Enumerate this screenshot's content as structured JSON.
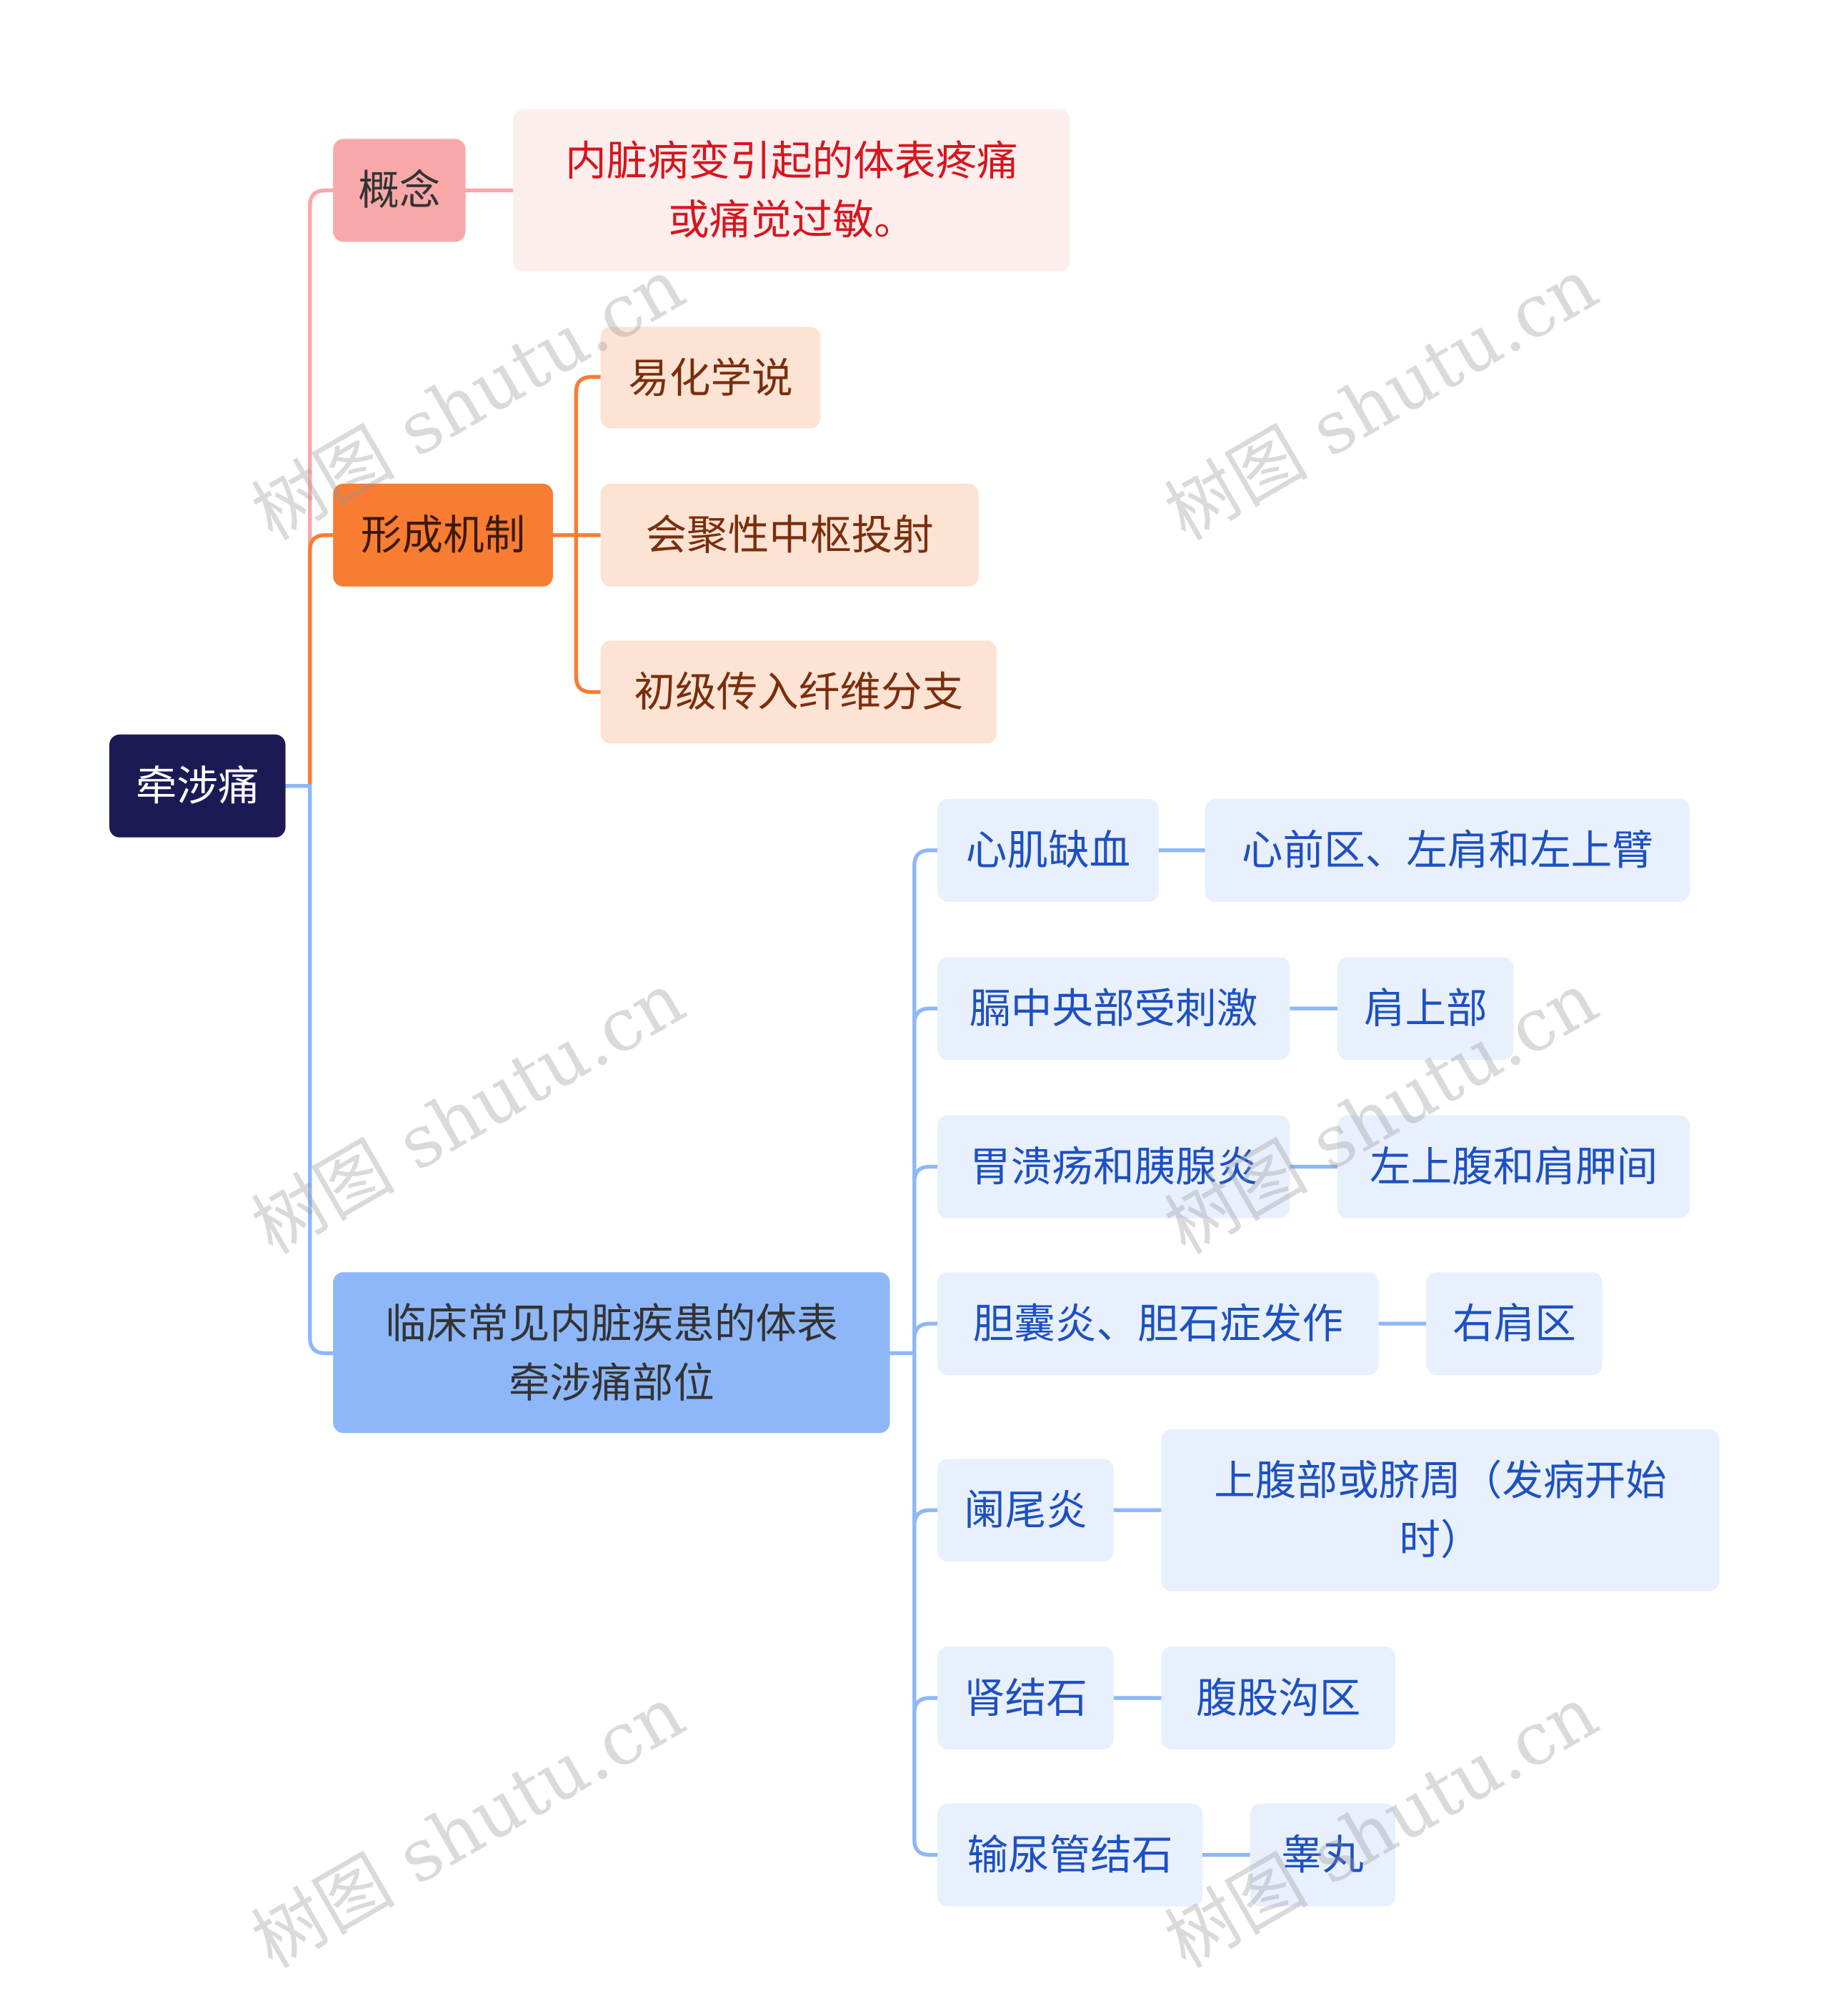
{
  "root": {
    "label": "牵涉痛"
  },
  "concept": {
    "label": "概念",
    "detail": "内脏病变引起的体表疼痛\n或痛觉过敏。"
  },
  "mechanism": {
    "label": "形成机制",
    "children": [
      "易化学说",
      "会聚性中枢投射",
      "初级传入纤维分支"
    ]
  },
  "clinical": {
    "label": "临床常见内脏疾患的体表\n牵涉痛部位",
    "rows": [
      {
        "disease": "心肌缺血",
        "site": "心前区、左肩和左上臂"
      },
      {
        "disease": "膈中央部受刺激",
        "site": "肩上部"
      },
      {
        "disease": "胃溃疡和胰腺炎",
        "site": "左上腹和肩胛间"
      },
      {
        "disease": "胆囊炎、胆石症发作",
        "site": "右肩区"
      },
      {
        "disease": "阑尾炎",
        "site": "上腹部或脐周（发病开始\n时）"
      },
      {
        "disease": "肾结石",
        "site": "腹股沟区"
      },
      {
        "disease": "输尿管结石",
        "site": "睾丸"
      }
    ]
  },
  "colors": {
    "root": "#1c1a55",
    "concept": "#f8a8a8",
    "mechanism": "#f97c33",
    "clinical": "#8db7f9",
    "concept_text": "#d9141d",
    "clinical_text": "#1d50c2"
  },
  "watermark": "树图 shutu.cn"
}
